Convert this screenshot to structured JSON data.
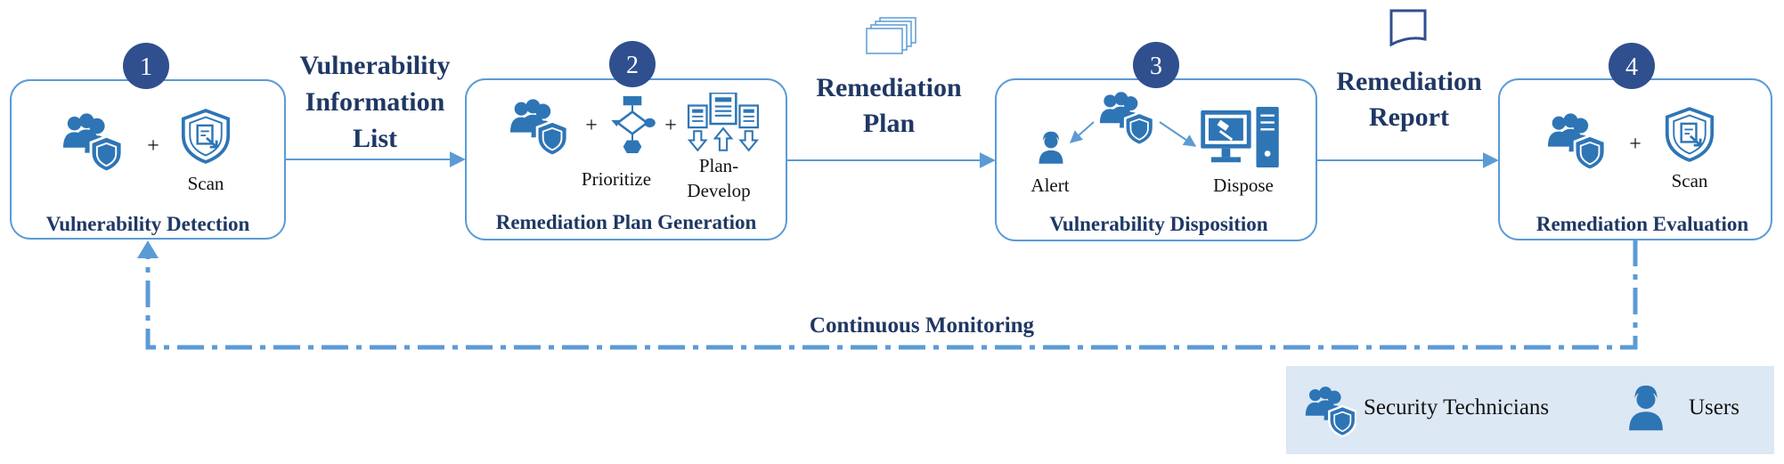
{
  "stages": [
    {
      "number": "1",
      "title": "Vulnerability Detection",
      "plus": "+",
      "icon_label": "Scan"
    },
    {
      "number": "2",
      "title": "Remediation Plan Generation",
      "plus1": "+",
      "plus2": "+",
      "label_prioritize": "Prioritize",
      "label_plan_line1": "Plan-",
      "label_plan_line2": "Develop"
    },
    {
      "number": "3",
      "title": "Vulnerability Disposition",
      "label_alert": "Alert",
      "label_dispose": "Dispose"
    },
    {
      "number": "4",
      "title": "Remediation Evaluation",
      "plus": "+",
      "icon_label": "Scan"
    }
  ],
  "connectors": [
    {
      "line1": "Vulnerability",
      "line2": "Information",
      "line3": "List"
    },
    {
      "line1": "Remediation",
      "line2": "Plan",
      "icon": "documents-icon"
    },
    {
      "line1": "Remediation",
      "line2": "Report",
      "icon": "report-icon"
    }
  ],
  "feedback": {
    "label": "Continuous Monitoring"
  },
  "legend": {
    "items": [
      {
        "label": "Security Technicians",
        "icon": "security-technicians-icon"
      },
      {
        "label": "Users",
        "icon": "user-icon"
      }
    ]
  },
  "colors": {
    "dark_navy": "#2f4f8f",
    "title_navy": "#1f3864",
    "icon_blue": "#2e75b6",
    "line_blue": "#5b9bd5",
    "legend_bg": "#dce8f4"
  }
}
